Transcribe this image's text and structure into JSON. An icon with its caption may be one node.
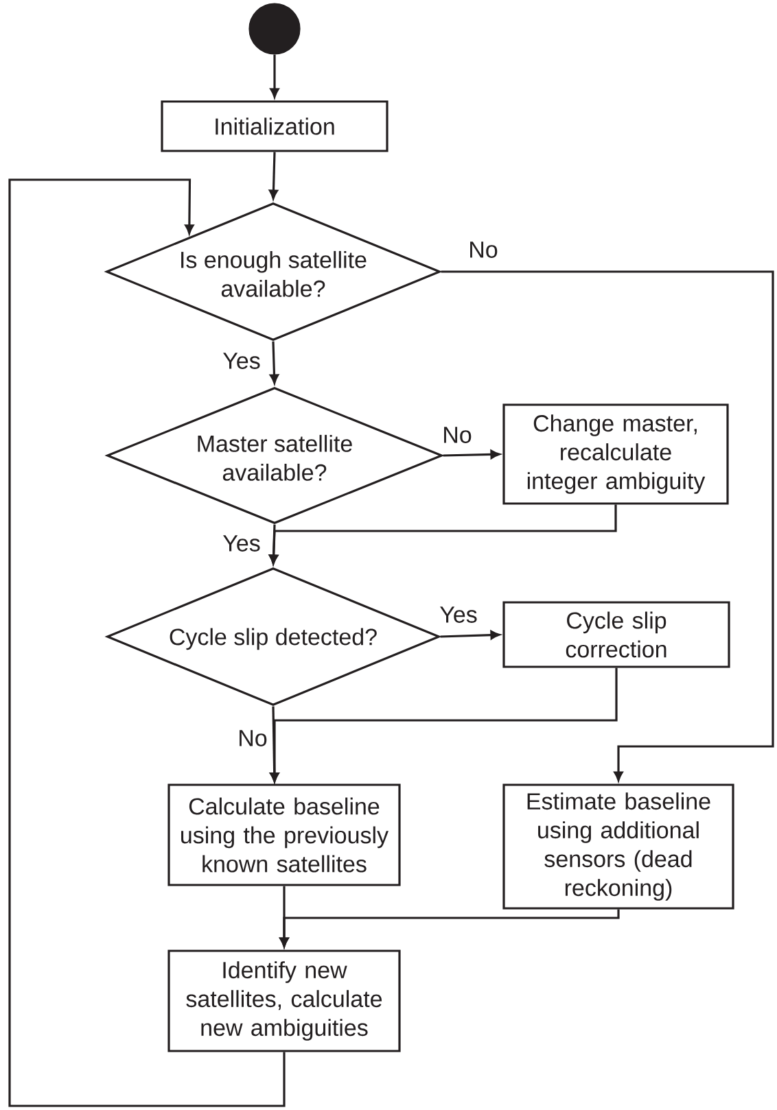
{
  "diagram": {
    "nodes": [
      {
        "text": [],
        "shape": "circle"
      },
      {
        "text": [
          "Initialization"
        ]
      },
      {
        "text": [
          "Is enough satellite available?"
        ]
      },
      {
        "text": [
          "Master satellite available?"
        ]
      },
      {
        "text": [
          "Change master, recalculate integer ambiguity"
        ]
      },
      {
        "text": [
          "Cycle slip detected?"
        ]
      },
      {
        "text": [
          "Cycle slip correction"
        ]
      },
      {
        "text": [
          "Calculate baseline using the previously known satellites"
        ]
      },
      {
        "text": [
          "Estimate baseline using additional sensors (dead reckoning)"
        ]
      },
      {
        "text": [
          "Identify new satellites, calculate new ambiguities"
        ]
      }
    ],
    "edges": [
      {
        "from": 0,
        "to": 1,
        "arrow": "to"
      },
      {
        "from": 1,
        "to": 2,
        "arrow": "to"
      },
      {
        "from": 2,
        "to": 3,
        "arrow": "to",
        "label": "Yes"
      },
      {
        "from": 2,
        "to": 8,
        "arrow": "to",
        "label": "No"
      },
      {
        "from": 3,
        "to": 4,
        "arrow": "to",
        "label": "No"
      },
      {
        "from": 3,
        "to": 5,
        "arrow": "to",
        "label": "Yes"
      },
      {
        "from": 4,
        "to": 5,
        "arrow": "to"
      },
      {
        "from": 5,
        "to": 6,
        "arrow": "to",
        "label": "Yes"
      },
      {
        "from": 5,
        "to": 7,
        "arrow": "to",
        "label": "No"
      },
      {
        "from": 6,
        "to": 7,
        "arrow": "to"
      },
      {
        "from": 7,
        "to": 9,
        "arrow": "to"
      },
      {
        "from": 8,
        "to": 9,
        "arrow": "to"
      },
      {
        "from": 9,
        "to": 2,
        "arrow": "to"
      }
    ]
  }
}
